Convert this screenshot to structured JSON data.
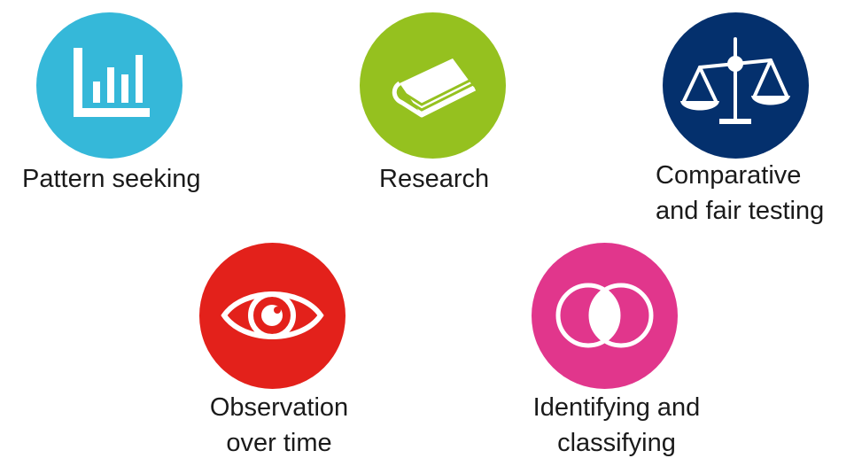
{
  "items": [
    {
      "id": "pattern-seeking",
      "lines": [
        "Pattern seeking"
      ],
      "color": "#35B8D9",
      "icon": "bar-chart-icon"
    },
    {
      "id": "research",
      "lines": [
        "Research"
      ],
      "color": "#95C11F",
      "icon": "book-icon"
    },
    {
      "id": "comparative-fair-testing",
      "lines": [
        "Comparative",
        "and fair testing"
      ],
      "color": "#04306D",
      "icon": "scales-icon"
    },
    {
      "id": "observation-over-time",
      "lines": [
        "Observation",
        "over time"
      ],
      "color": "#E3211B",
      "icon": "eye-icon"
    },
    {
      "id": "identifying-classifying",
      "lines": [
        "Identifying and",
        "classifying"
      ],
      "color": "#E1368C",
      "icon": "overlapping-circles-icon"
    }
  ]
}
